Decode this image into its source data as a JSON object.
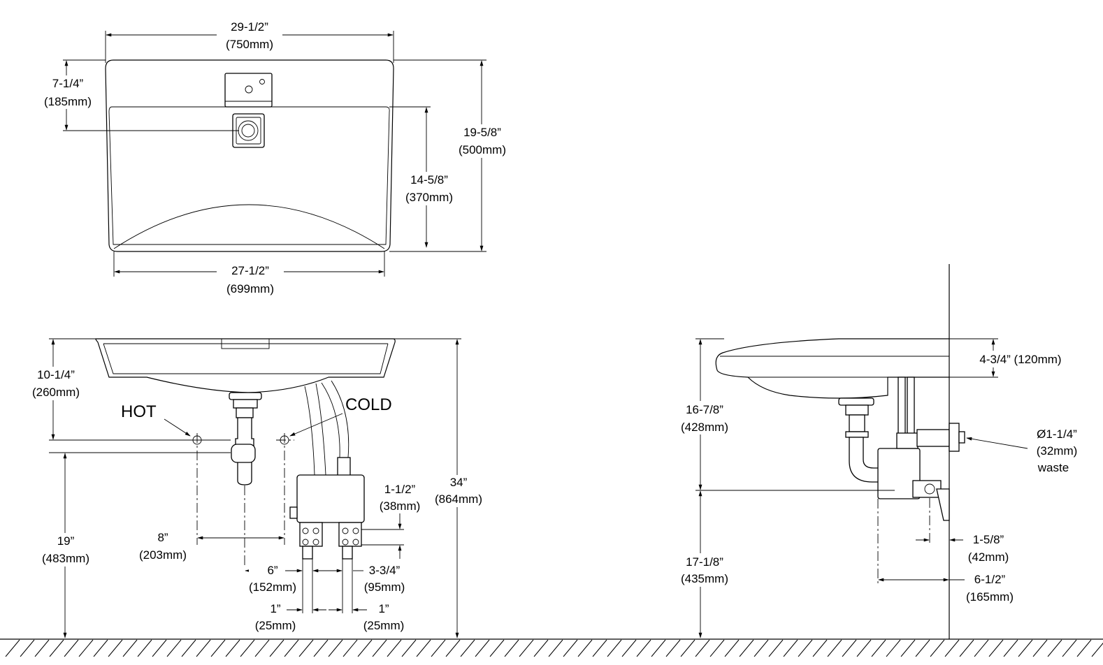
{
  "top_view": {
    "overall_width": "29-1/2”",
    "overall_width_mm": "(750mm)",
    "inner_width": "27-1/2”",
    "inner_width_mm": "(699mm)",
    "depth": "19-5/8”",
    "depth_mm": "(500mm)",
    "bowl_depth": "14-5/8”",
    "bowl_depth_mm": "(370mm)",
    "drain_offset": "7-1/4”",
    "drain_offset_mm": "(185mm)"
  },
  "front_view": {
    "hot_label": "HOT",
    "cold_label": "COLD",
    "supply_drop": "10-1/4”",
    "supply_drop_mm": "(260mm)",
    "supply_height": "19”",
    "supply_height_mm": "(483mm)",
    "supply_spacing": "8”",
    "supply_spacing_mm": "(203mm)",
    "overall_height": "34”",
    "overall_height_mm": "(864mm)",
    "valve_height": "1-1/2”",
    "valve_height_mm": "(38mm)",
    "drain_to_valve": "6”",
    "drain_to_valve_mm": "(152mm)",
    "valve_spacing": "3-3/4”",
    "valve_spacing_mm": "(95mm)",
    "hot_stub_width": "1”",
    "hot_stub_width_mm": "(25mm)",
    "cold_stub_width": "1”",
    "cold_stub_width_mm": "(25mm)"
  },
  "side_view": {
    "rim_thickness": "4-3/4” (120mm)",
    "rim_to_waste": "16-7/8”",
    "rim_to_waste_mm": "(428mm)",
    "waste_height": "17-1/8”",
    "waste_height_mm": "(435mm)",
    "waste_diameter": "Ø1-1/4”",
    "waste_diameter_mm": "(32mm)",
    "waste_label": "waste",
    "valve_offset": "1-5/8”",
    "valve_offset_mm": "(42mm)",
    "box_depth": "6-1/2”",
    "box_depth_mm": "(165mm)"
  }
}
